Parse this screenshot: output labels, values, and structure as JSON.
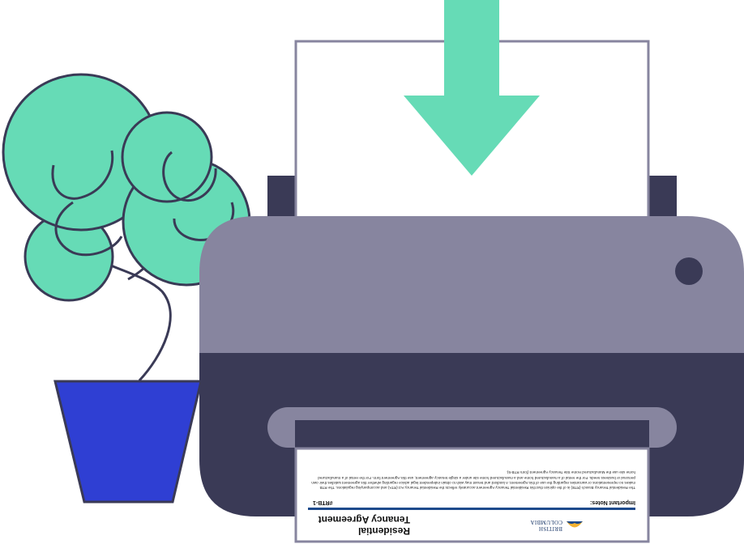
{
  "colors": {
    "foliage": "#66dbb6",
    "outline": "#3a3a56",
    "pot": "#2f3fd3",
    "printer_top": "#87859f",
    "printer_bottom": "#3a3a56",
    "paper": "#ffffff",
    "arrow": "#66dbb6",
    "bc_blue": "#1d4a8c",
    "bc_gold": "#f2b233"
  },
  "icons": {
    "arrow": "download-arrow-icon",
    "plant": "potted-plant-icon",
    "printer": "printer-icon",
    "logo": "bc-government-logo-icon"
  },
  "document": {
    "logo_line1": "BRITISH",
    "logo_line2": "COLUMBIA",
    "title_line1": "Residential",
    "title_line2": "Tenancy Agreement",
    "form_id": "#RTB-1",
    "notes_heading": "Important Notes:",
    "body_text": "The Residential Tenancy Branch (RTB) is of the opinion that this Residential Tenancy Agreement accurately reflects the Residential Tenancy Act (RTA) and accompanying regulations. The RTB makes no representations or warranties regarding the use of this Agreement. A landlord and tenant may wish to obtain independent legal advice regarding whether this agreement satisfies their own personal or business needs. For the rental of a manufactured home and a manufactured home site under a single tenancy agreement, use this Agreement form. For the rental of a manufactured home site use the Manufactured Home Site Tenancy Agreement (form RTB-5)."
  }
}
